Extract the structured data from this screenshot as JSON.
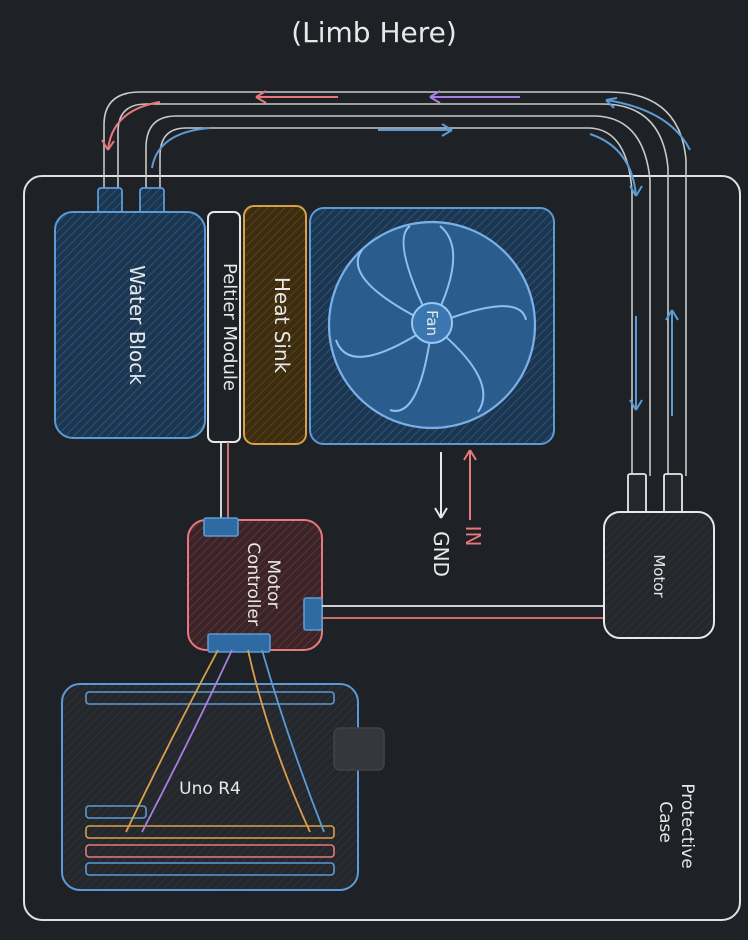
{
  "title": "(Limb Here)",
  "labels": {
    "water_block": "Water Block",
    "peltier": "Peltier Module",
    "heat_sink": "Heat Sink",
    "fan": "Fan",
    "motor_controller_line1": "Motor",
    "motor_controller_line2": "Controller",
    "motor": "Motor",
    "uno": "Uno R4",
    "in": "IN",
    "gnd": "GND",
    "case_line1": "Protective",
    "case_line2": "Case"
  },
  "colors": {
    "background": "#1e2126",
    "blue": "#5b9bd5",
    "blue_fill": "#1f3b5a",
    "red": "#e8787a",
    "red_fill": "#4a2a2e",
    "orange": "#d9a04a",
    "orange_fill": "#4a3512",
    "purple": "#a67fe0",
    "white": "#e8e8e8",
    "gray": "#9aa0a6"
  }
}
